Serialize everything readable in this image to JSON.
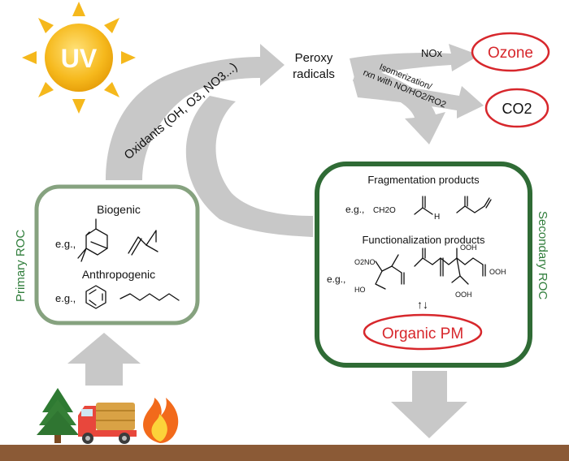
{
  "sun": {
    "label": "UV"
  },
  "arrows": {
    "oxidants_label": "Oxidants (OH, O3, NO3...)",
    "isomerization_label_line1": "Isomerization/",
    "isomerization_label_line2": "rxn with NO/HO2/RO2"
  },
  "peroxy": {
    "line1": "Peroxy",
    "line2": "radicals"
  },
  "outputs": {
    "nox": "NOx",
    "ozone": "Ozone",
    "co2": "CO2"
  },
  "primary": {
    "side_label": "Primary ROC",
    "biogenic": "Biogenic",
    "eg_biogenic": "e.g.,",
    "anthropogenic": "Anthropogenic",
    "eg_anthropogenic": "e.g.,"
  },
  "secondary": {
    "side_label": "Secondary ROC",
    "fragmentation_title": "Fragmentation products",
    "eg_fragmentation": "e.g.,",
    "formaldehyde": "CH2O",
    "acetaldehyde_h": "H",
    "functionalization_title": "Functionalization products",
    "eg_functionalization": "e.g.,",
    "o2no": "O2NO",
    "ho": "HO",
    "ooh_top": "OOH",
    "ooh_right": "OOH",
    "ooh_bottom": "OOH",
    "equilibrium": "↑↓",
    "organic_pm": "Organic PM"
  },
  "colors": {
    "arrow_gray": "#c8c8c8",
    "primary_box": "#86a27f",
    "secondary_box": "#2f6b35",
    "side_label_green": "#2f7d3a",
    "output_red": "#d7272c",
    "ground": "#8b5a36",
    "sun_yellow": "#f6b91d"
  },
  "icons": [
    "tree-icon",
    "truck-icon",
    "fire-icon"
  ]
}
